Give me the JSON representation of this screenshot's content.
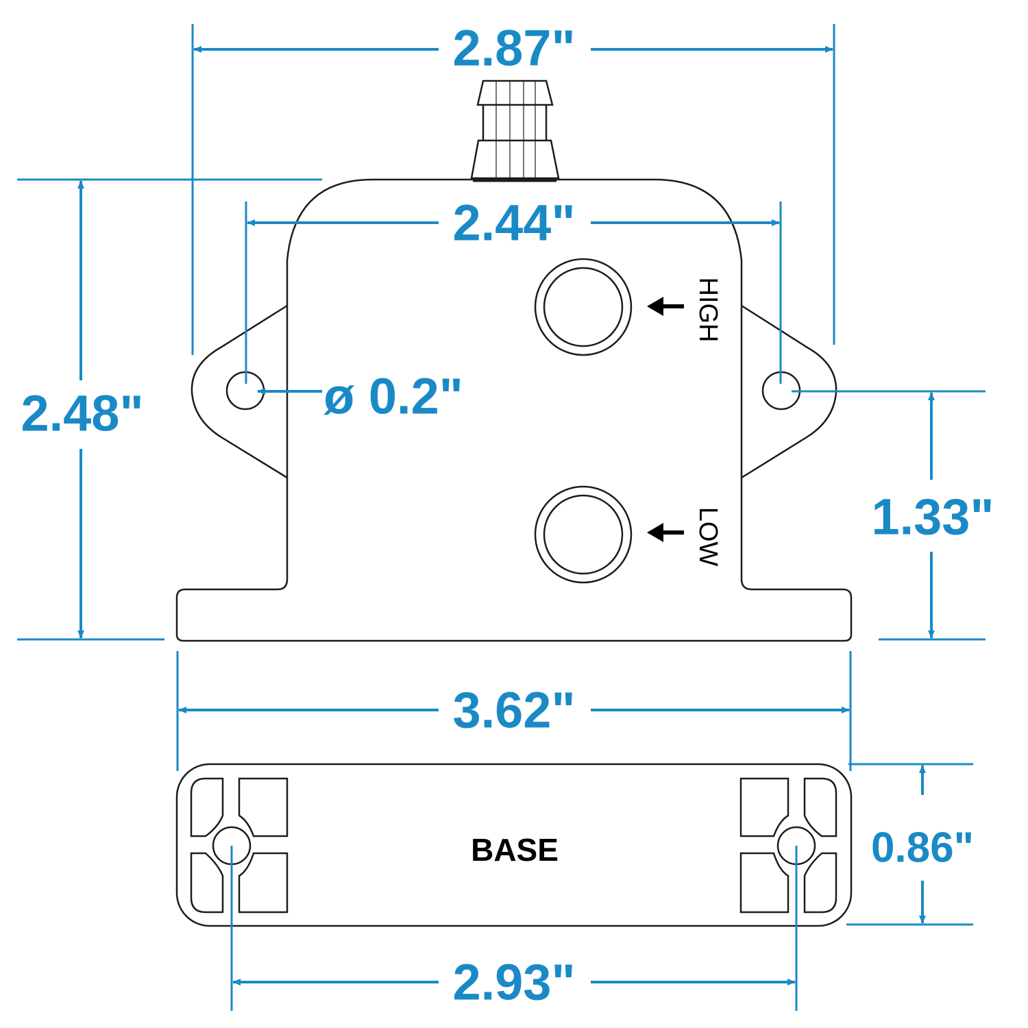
{
  "colors": {
    "dimension": "#1a8ac6",
    "outline": "#1c1c1c",
    "background": "#ffffff"
  },
  "dimensions": {
    "overall_width": "2.87\"",
    "hole_spacing_top": "2.44\"",
    "height": "2.48\"",
    "hole_diameter": "ø 0.2\"",
    "hole_height": "1.33\"",
    "base_width": "3.62\"",
    "base_depth": "0.86\"",
    "base_hole_spacing": "2.93\""
  },
  "labels": {
    "high_port": "HIGH",
    "low_port": "LOW",
    "base": "BASE"
  }
}
